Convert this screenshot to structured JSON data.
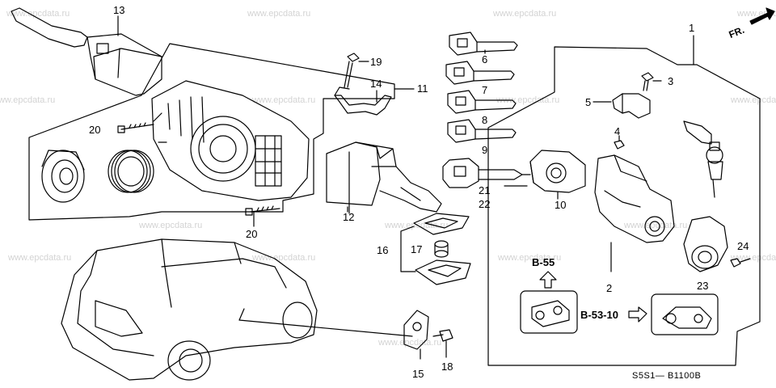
{
  "watermarks": [
    "www.epcdata.ru",
    "www.epcdata.ru",
    "www.epcdata.ru",
    "www.epcdata.ru",
    "www.epcdata.ru",
    "www.epcdata.ru",
    "www.epcdata.ru",
    "www.epcdata.ru",
    "www.epcdata.ru",
    "www.epcdata.ru",
    "www.epcdata.ru",
    "www.epcdata.ru",
    "www.epcdata.ru",
    "www.epcdata.ru",
    "www.epcdata.ru",
    "www.epcdata.ru"
  ],
  "direction_label": "FR.",
  "callouts": {
    "n1": "1",
    "n2": "2",
    "n3": "3",
    "n4": "4",
    "n5": "5",
    "n6": "6",
    "n7": "7",
    "n8": "8",
    "n9": "9",
    "n10": "10",
    "n11": "11",
    "n12": "12",
    "n13": "13",
    "n14": "14",
    "n15": "15",
    "n16": "16",
    "n17": "17",
    "n18": "18",
    "n19": "19",
    "n20a": "20",
    "n20b": "20",
    "n21": "21",
    "n22": "22",
    "n23": "23",
    "n24": "24"
  },
  "references": {
    "b55": "B-55",
    "b5310": "B-53-10"
  },
  "diagram_code": "S5S1— B1100B",
  "colors": {
    "line": "#000000",
    "watermark": "#d3d3d3"
  }
}
